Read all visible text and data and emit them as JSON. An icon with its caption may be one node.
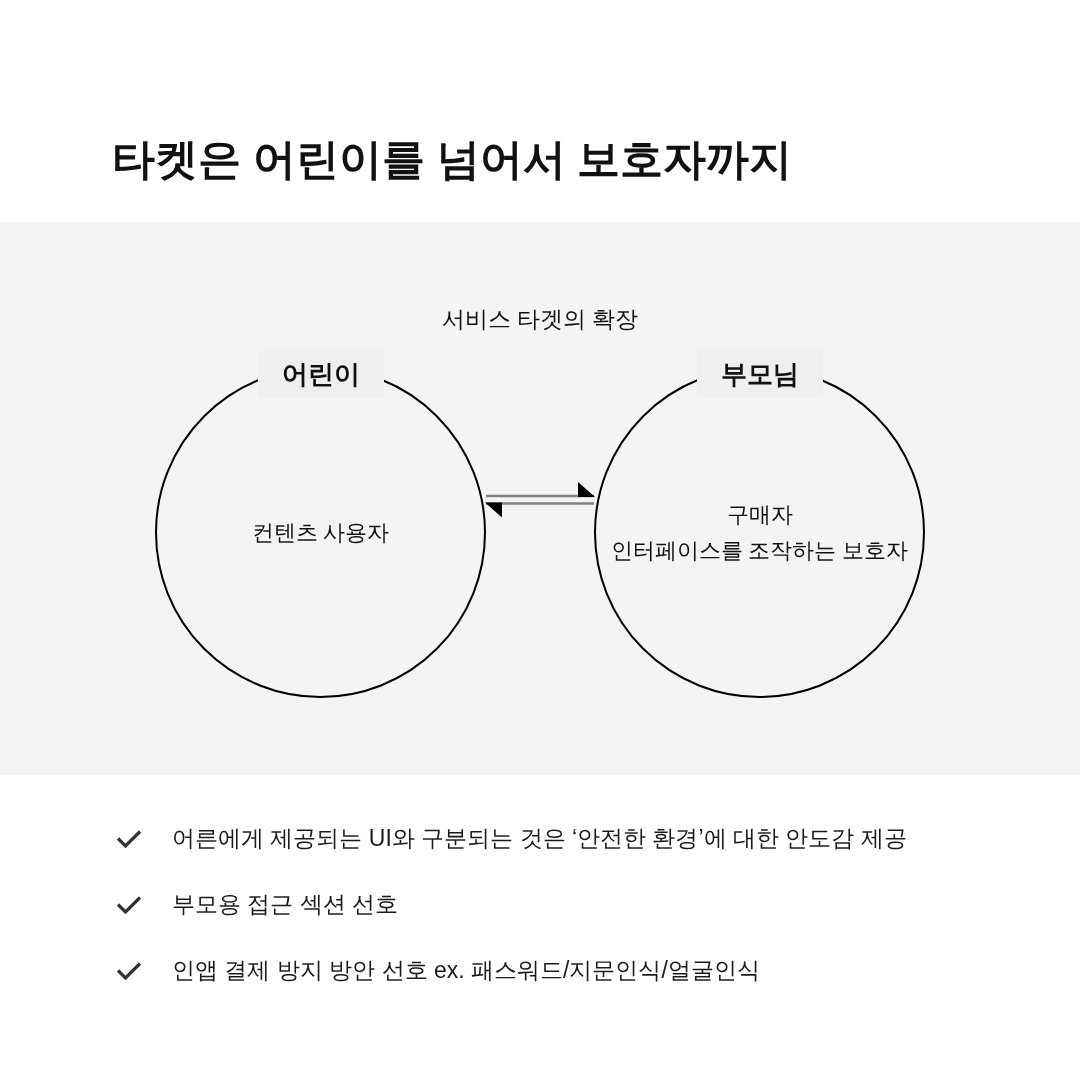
{
  "diagram": {
    "title": "타켓은 어린이를 넘어서 보호자까지",
    "nodes": [
      {
        "text": [
          "어린이",
          "컨텐츠 사용자"
        ]
      },
      {
        "text": [
          "부모님",
          "구매자",
          "인터페이스를 조작하는 보호자"
        ]
      }
    ],
    "edges": [
      {
        "from": 0,
        "to": 1,
        "arrow": "to"
      },
      {
        "from": 1,
        "to": 0,
        "arrow": "to"
      }
    ],
    "labels": [
      "서비스 타겟의 확장",
      "어른에게 제공되는 UI와 구분되는 것은 ‘안전한 환경’에 대한 안도감 제공",
      "부모용 접근 섹션 선호",
      "인앱 결제 방지 방안 선호 ex. 패스워드/지문인식/얼굴인식"
    ]
  }
}
